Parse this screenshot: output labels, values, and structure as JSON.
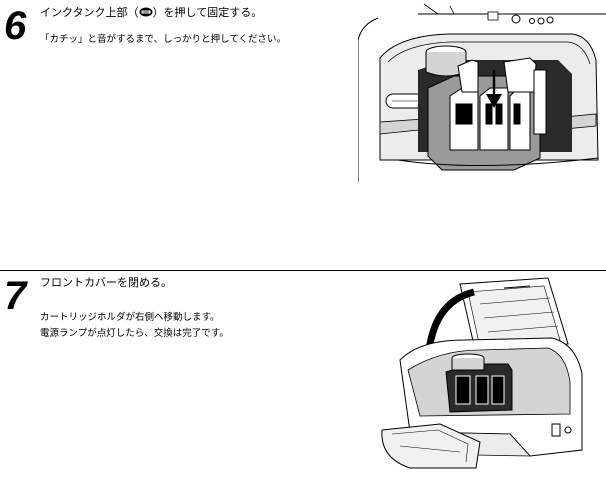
{
  "steps": [
    {
      "number": "6",
      "title_before": "インクタンク上部（",
      "title_icon": "ink-tank-top-icon",
      "title_after": "）を押して固定する。",
      "lines": [
        "「カチッ」と音がするまで、しっかりと押してください。"
      ],
      "illustration": "ink-tank-press-illustration"
    },
    {
      "number": "7",
      "title": "フロントカバーを閉める。",
      "lines": [
        "カートリッジホルダが右側へ移動します。",
        "電源ランプが点灯したら、交換は完了です。"
      ],
      "illustration": "front-cover-close-illustration"
    }
  ],
  "colors": {
    "ink": "#000000",
    "line": "#000000",
    "shade": "#9a9a9a",
    "light": "#d4d4d4"
  }
}
